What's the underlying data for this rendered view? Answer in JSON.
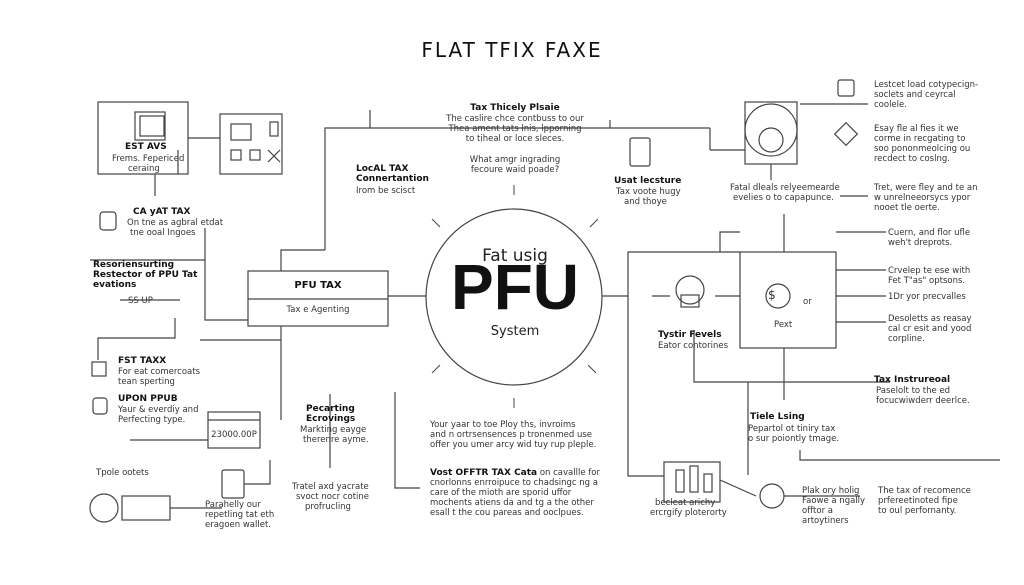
{
  "title": "FLAT TFIX  FAXE",
  "center": {
    "top": "Fat usig",
    "main": "PFU",
    "bottom": "System"
  },
  "nodes": {
    "est_avs": "EST AVS",
    "est_sub": [
      "Frems. Fepericed",
      "ceraing"
    ],
    "ca_vat": "CA yAT TAX",
    "ca_vat_sub": [
      "On tne as agbral etdat",
      "tne ooal Ingoes"
    ],
    "res_title": [
      "Resoriensurting",
      "Restector of PPU Tat",
      "evations"
    ],
    "se_up": "SS UP",
    "pfu_tax": "PFU TAX",
    "tax_agenting": "Tax e Agenting",
    "fst_tax": "FST TAXX",
    "fst_sub": [
      "For eat comercoats",
      "tean sperting"
    ],
    "upon": "UPON  PPUB",
    "upon_sub": [
      "Yaur & everdiy and",
      "Perfecting type."
    ],
    "amount": "23000.00P",
    "table": "Tpole ootets",
    "parabelly": [
      "Parahelly our",
      "repetling tat eth",
      "eragoen wallet."
    ],
    "local_tax": [
      "LocAL TAX",
      "Connertantion"
    ],
    "local_sub": "Irom be scisct",
    "tax_thicely": "Tax Thicely Plsaie",
    "tax_thicely_sub": [
      "The caslire chce contbuss to our",
      "Thea ament tats lnis, lpporning",
      "to tiheal or loce sleces."
    ],
    "what": [
      "What amgr ingrading",
      "fecoure waid poade?"
    ],
    "usat": [
      "Usat lecsture",
      "Tax voote hugy",
      "and thoye"
    ],
    "perc": [
      "Pecarting",
      "Ecrovings"
    ],
    "perc_sub": [
      "Markting eayge",
      "therenre ayme."
    ],
    "travel": [
      "Tratel axd yacrate",
      "svoct nocr cotine",
      "profrucling"
    ],
    "your": [
      "Your yaar to toe Ploy ths, invroims",
      "and n ortrsensences p tronenmed use",
      "offer you umer arcy wid tuy rup pleple."
    ],
    "most": "Vost OFFTR TAX Cata",
    "most_tail": " on cavallle for",
    "most_sub": [
      "cnorlonns enrroipuce to chadsingc ng a",
      "care of the mioth are sporid uffor",
      "mochents atiens da and tg a the other",
      "esall t the cou pareas and ooclpues."
    ],
    "tysti": "Tystir Fevels",
    "tysti_sub": "Eator contorines",
    "pext": "Pext",
    "or": "or",
    "fetal": [
      "Fatal dleals relyeemearde",
      "evelies o to capapunce."
    ],
    "tiele": "Tiele Lsing",
    "tiele_sub": [
      "Pepartol ot tiniry tax",
      "o sur poiontly tmage."
    ],
    "beclat": [
      "becleat arichy",
      "ercrgify ploterorty"
    ],
    "plak": [
      "Plak ory holig",
      "Faowe a ngally",
      "offtor a",
      "artoytiners"
    ],
    "tax_recon": [
      "The tax of recomence",
      "prfereetinoted fipe",
      "to oul perfornanty."
    ],
    "tax_inst": "Tax Instrureoal",
    "tax_inst_sub": [
      "Paselolt to the ed",
      "focucwiwderr deerlce."
    ],
    "right_list": [
      [
        "Lestcet load cotypecign-",
        "soclets and ceyrcal",
        "coolele."
      ],
      [
        "Esay fle al fies it we",
        "corme in recgating to",
        "soo pononmeolcing ou",
        "recdect to coslng."
      ],
      [
        "Tret, were fley and te an",
        "w unrelneeorsycs ypor",
        "nooet tle oerte."
      ],
      [
        "Cuern, and flor ufle",
        "weh't dreprots."
      ],
      [
        "Crvelep te ese with",
        "Fet  T\"as\" optsons."
      ],
      [
        "1Dr yor precvalles"
      ],
      [
        "Desoletts as reasay",
        "cal cr esit and yood",
        "corpline."
      ]
    ]
  }
}
